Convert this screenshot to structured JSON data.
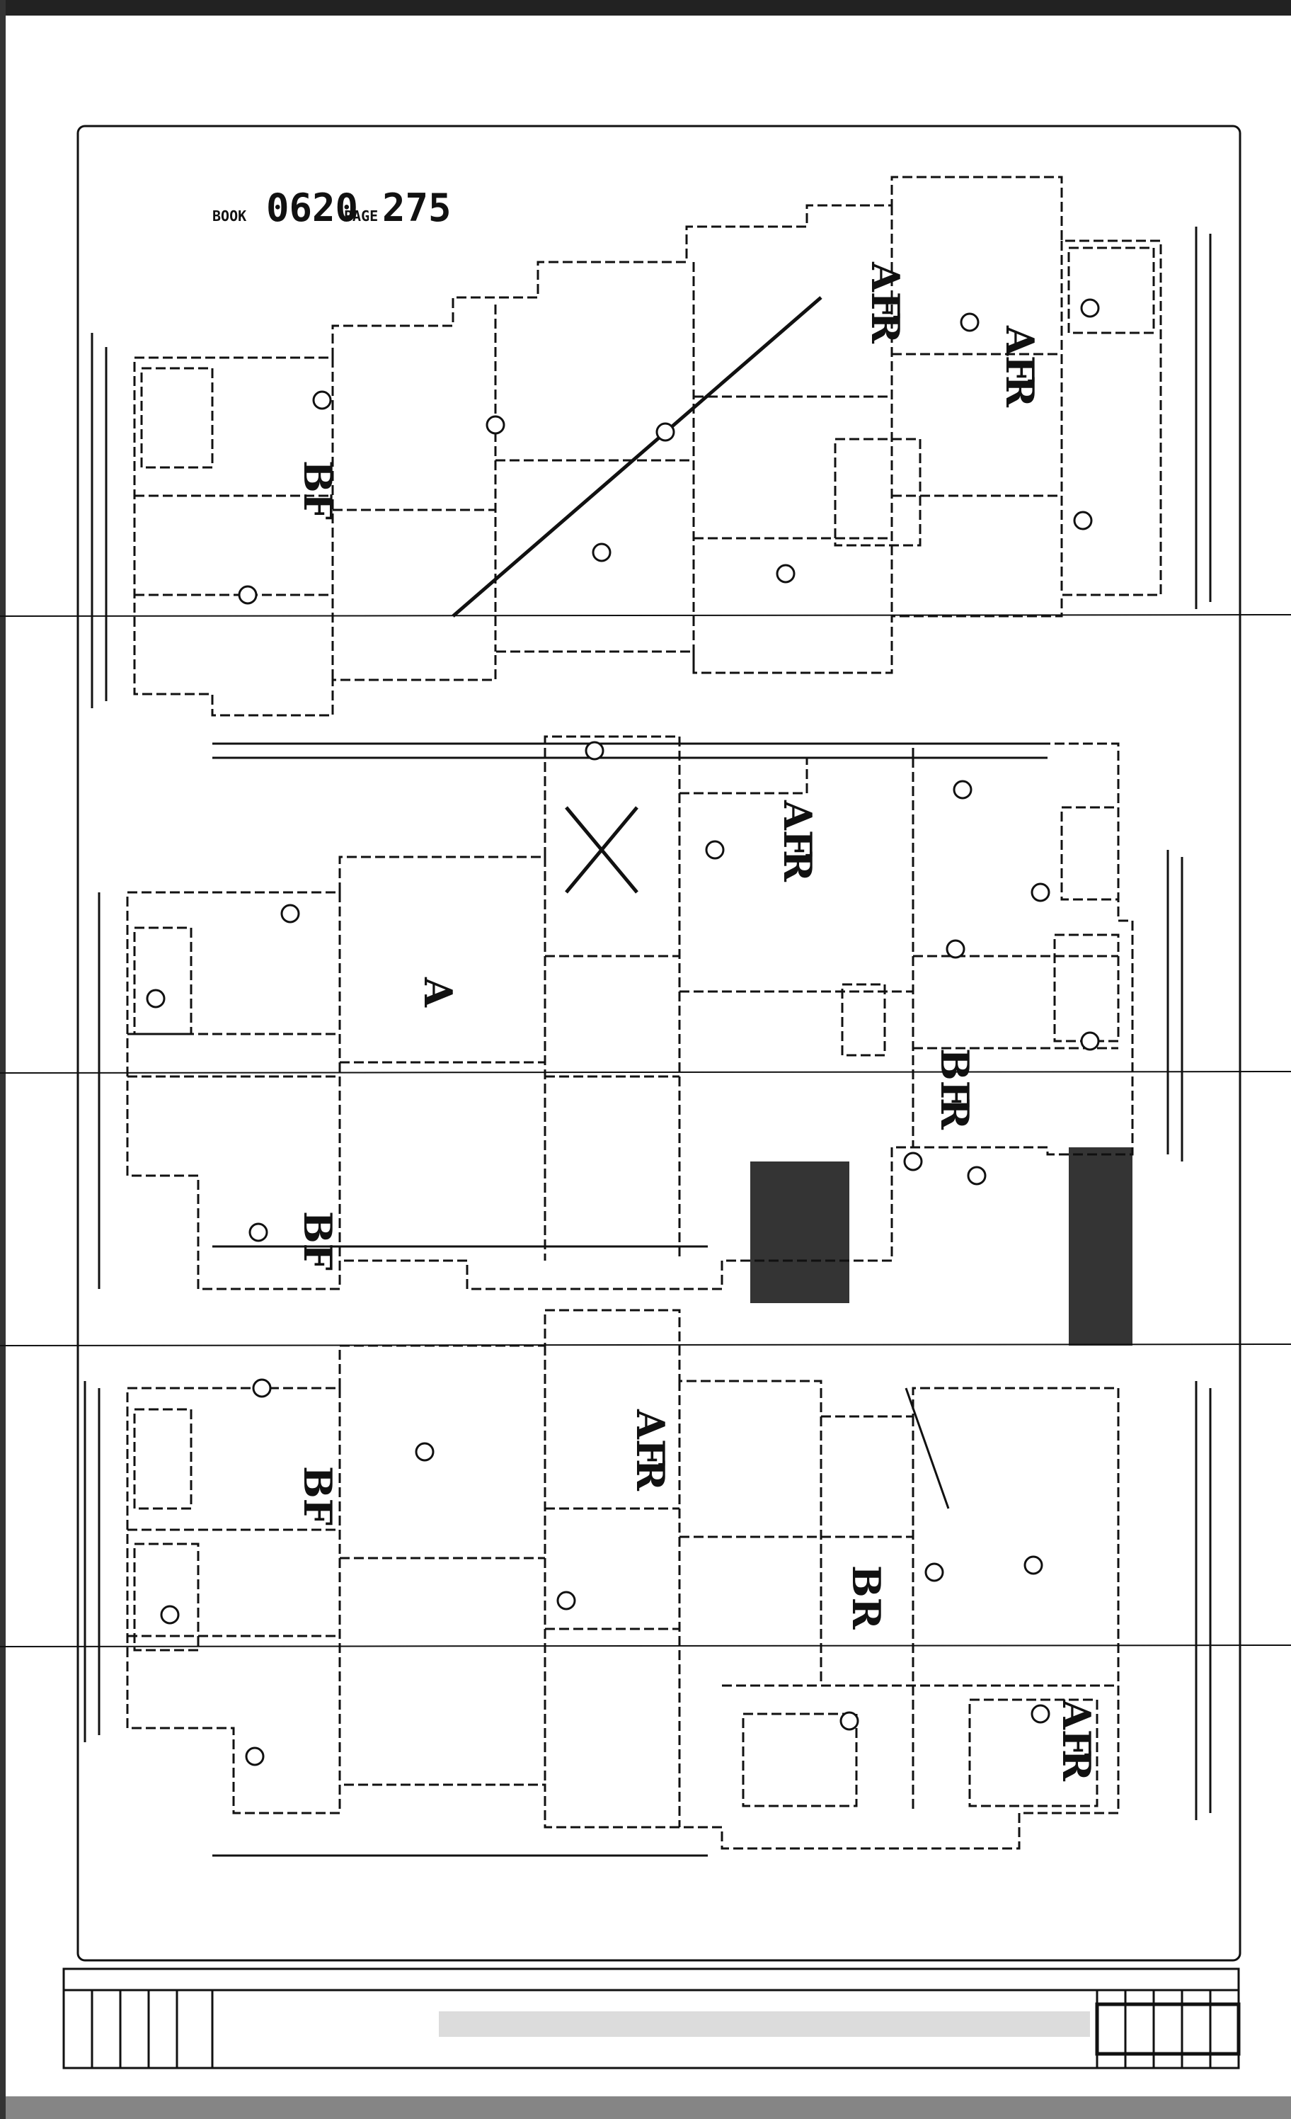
{
  "header": {
    "book_prefix": "BOOK",
    "book_number": "0620",
    "page_prefix": "PAGE",
    "page_number": "275"
  },
  "units": [
    {
      "label": "BF",
      "sub": ""
    },
    {
      "label": "AF",
      "sub": "R"
    },
    {
      "label": "AF",
      "sub": "R"
    },
    {
      "label": "A",
      "sub": ""
    },
    {
      "label": "AF",
      "sub": "R"
    },
    {
      "label": "BF",
      "sub": "R"
    },
    {
      "label": "BF",
      "sub": ""
    },
    {
      "label": "BF",
      "sub": ""
    },
    {
      "label": "AF",
      "sub": "R"
    },
    {
      "label": "BR",
      "sub": ""
    },
    {
      "label": "AF",
      "sub": "R"
    }
  ],
  "colors": {
    "ink": "#111111",
    "paper": "#ffffff"
  }
}
